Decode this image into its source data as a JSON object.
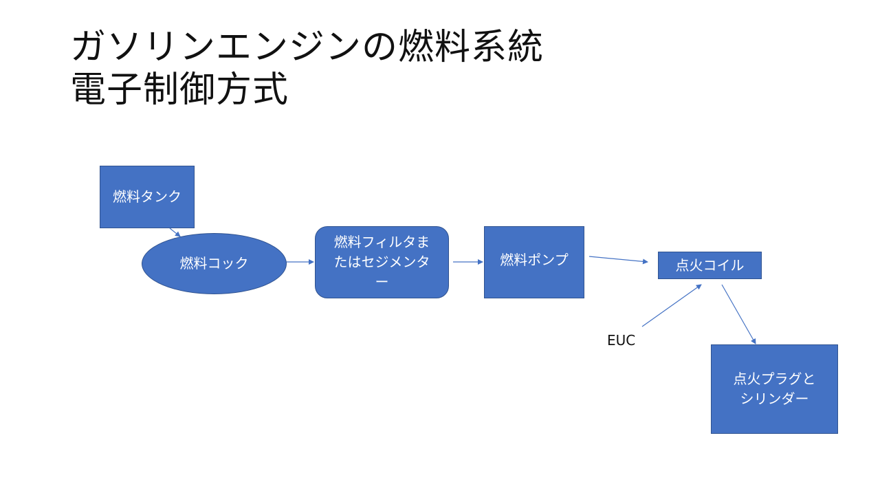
{
  "title": {
    "line1": "ガソリンエンジンの燃料系統",
    "line2": "電子制御方式"
  },
  "nodes": {
    "fuel_tank": "燃料タンク",
    "fuel_cock": "燃料コック",
    "fuel_filter": "燃料フィルタまたはセジメンター",
    "fuel_pump": "燃料ポンプ",
    "ignition_coil": "点火コイル",
    "spark_plug_cylinder": "点火プラグとシリンダー"
  },
  "labels": {
    "euc": "EUC"
  },
  "edges": [
    {
      "from": "燃料タンク",
      "to": "燃料コック"
    },
    {
      "from": "燃料コック",
      "to": "燃料フィルタまたはセジメンター"
    },
    {
      "from": "燃料フィルタまたはセジメンター",
      "to": "燃料ポンプ"
    },
    {
      "from": "燃料ポンプ",
      "to": "点火コイル"
    },
    {
      "from": "EUC",
      "to": "点火コイル"
    },
    {
      "from": "点火コイル",
      "to": "点火プラグとシリンダー"
    }
  ],
  "colors": {
    "node_fill": "#4472C4",
    "node_border": "#2F528F",
    "arrow": "#4472C4"
  }
}
